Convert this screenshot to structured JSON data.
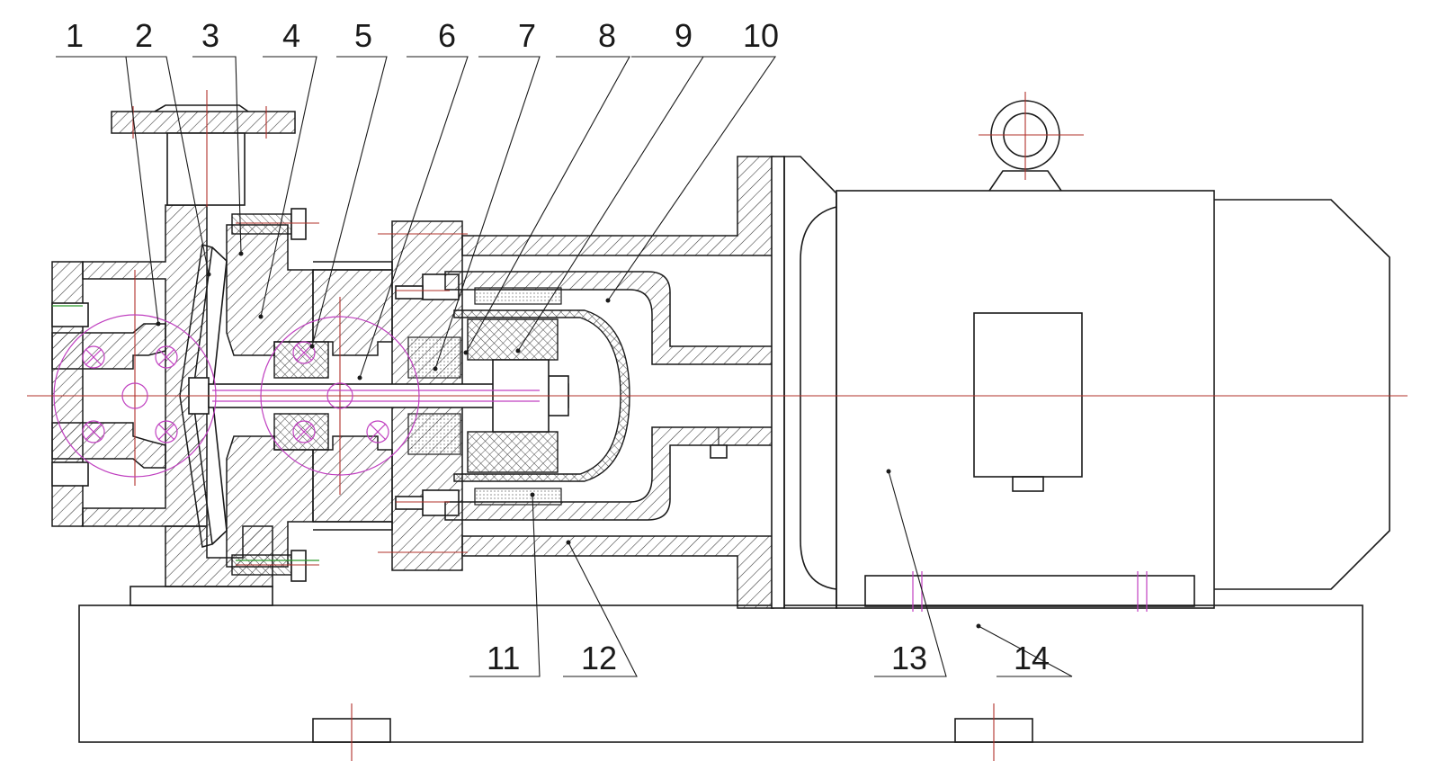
{
  "diagram": {
    "callouts": [
      {
        "id": "c1",
        "label": "1"
      },
      {
        "id": "c2",
        "label": "2"
      },
      {
        "id": "c3",
        "label": "3"
      },
      {
        "id": "c4",
        "label": "4"
      },
      {
        "id": "c5",
        "label": "5"
      },
      {
        "id": "c6",
        "label": "6"
      },
      {
        "id": "c7",
        "label": "7"
      },
      {
        "id": "c8",
        "label": "8"
      },
      {
        "id": "c9",
        "label": "9"
      },
      {
        "id": "c10",
        "label": "10"
      },
      {
        "id": "c11",
        "label": "11"
      },
      {
        "id": "c12",
        "label": "12"
      },
      {
        "id": "c13",
        "label": "13"
      },
      {
        "id": "c14",
        "label": "14"
      }
    ],
    "colors": {
      "outline": "#1a1a1a",
      "centerline": "#b0302a",
      "construction": "#c040c0",
      "dimension": "#2a9a2a",
      "background": "#ffffff"
    }
  }
}
